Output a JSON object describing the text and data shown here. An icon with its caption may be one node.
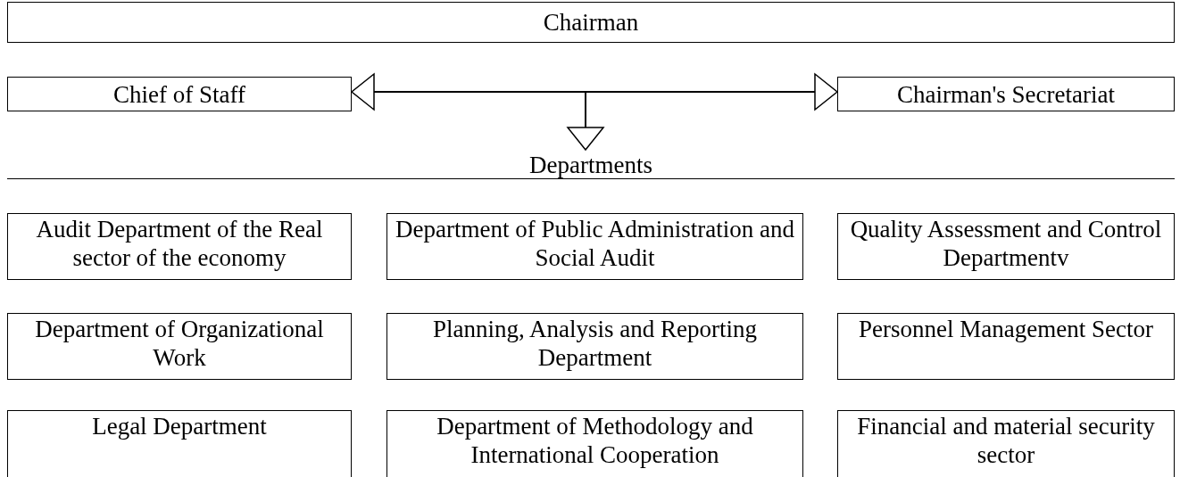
{
  "diagram": {
    "nodes": [
      {
        "text": [
          "Chairman"
        ]
      },
      {
        "text": [
          "Chief of Staff"
        ]
      },
      {
        "text": [
          "Chairman's Secretariat"
        ]
      },
      {
        "text": [
          "Departments"
        ]
      },
      {
        "text": [
          "Audit Department of the Real sector of the economy"
        ]
      },
      {
        "text": [
          "Department of Public Administration and Social Audit"
        ]
      },
      {
        "text": [
          "Quality Assessment and Control Departmentv"
        ]
      },
      {
        "text": [
          "Department of Organizational Work"
        ]
      },
      {
        "text": [
          "Planning, Analysis and Reporting Department"
        ]
      },
      {
        "text": [
          "Personnel Management Sector"
        ]
      },
      {
        "text": [
          "Legal Department"
        ]
      },
      {
        "text": [
          "Department of Methodology and International Cooperation"
        ]
      },
      {
        "text": [
          "Financial and material security sector"
        ]
      }
    ],
    "edges": [
      {
        "from": null,
        "to": 1,
        "arrow": "to"
      },
      {
        "from": null,
        "to": 2,
        "arrow": "to"
      },
      {
        "from": null,
        "to": 3,
        "arrow": "to"
      }
    ]
  }
}
